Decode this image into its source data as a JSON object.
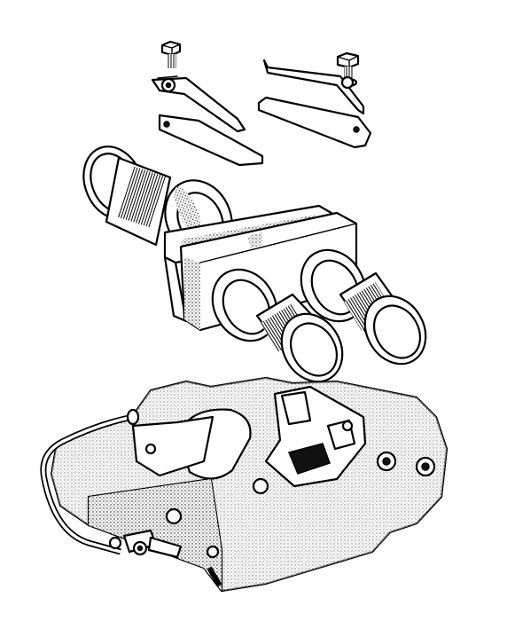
{
  "diagram": {
    "components": [
      {
        "id": "bolt",
        "icon": "bolt-icon"
      },
      {
        "id": "lock-plate",
        "icon": "lock-plate-icon"
      },
      {
        "id": "shim",
        "icon": "shim-icon"
      },
      {
        "id": "piston",
        "icon": "piston-icon"
      },
      {
        "id": "dust-seal",
        "icon": "seal-ring-icon"
      },
      {
        "id": "brake-pad",
        "icon": "brake-pad-icon"
      },
      {
        "id": "caliper-body",
        "icon": "caliper-icon"
      },
      {
        "id": "bridge-pipe",
        "icon": "pipe-icon"
      },
      {
        "id": "bleed-nipple",
        "icon": "nipple-icon"
      }
    ]
  }
}
